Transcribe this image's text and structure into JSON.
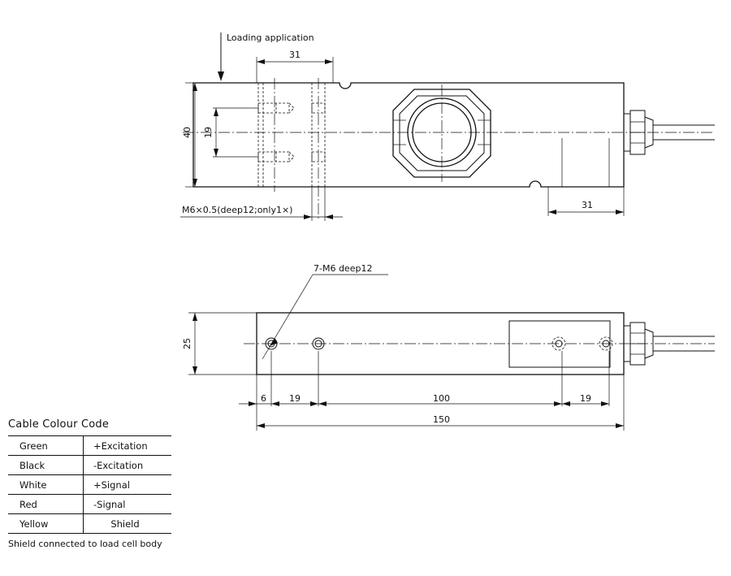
{
  "labels": {
    "loading": "Loading application",
    "top_dim_31_left": "31",
    "dim_40": "40",
    "dim_19_v": "19",
    "thread_note": "M6×0.5(deep12;only1×)",
    "dim_31_right": "31",
    "holes_note": "7-M6 deep12",
    "dim_25": "25",
    "dim_6": "6",
    "dim_19_a": "19",
    "dim_100": "100",
    "dim_19_b": "19",
    "dim_150": "150"
  },
  "cable": {
    "title": "Cable Colour Code",
    "rows": [
      {
        "color": "Green",
        "signal": "+Excitation"
      },
      {
        "color": "Black",
        "signal": "-Excitation"
      },
      {
        "color": "White",
        "signal": "+Signal"
      },
      {
        "color": "Red",
        "signal": "-Signal"
      },
      {
        "color": "Yellow",
        "signal": "Shield"
      }
    ],
    "note": "Shield connected to load cell body"
  }
}
